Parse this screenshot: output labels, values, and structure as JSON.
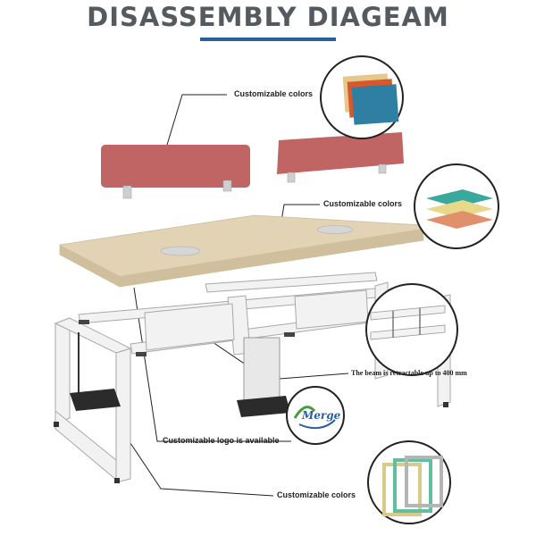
{
  "title": "DISASSEMBLY DIAGEAM",
  "callouts": {
    "screen_colors": "Customizable colors",
    "desktop_colors": "Customizable colors",
    "beam": "The beam is retractable up to 400 mm",
    "logo": "Customizable logo is available",
    "frame_colors": "Customizable colors"
  },
  "logo_text": "Merge",
  "colors": {
    "title_text": "#555a5f",
    "title_underline": "#2a5fa0",
    "screen_panel": "#c06464",
    "desktop": "#e2d3b5",
    "frame": "#f2f2f2",
    "swatch_beige": "#e6c98a",
    "swatch_orange": "#d9572a",
    "swatch_blue": "#2f7fa3",
    "swatch_teal": "#3aa89c",
    "swatch_yellow": "#e8d98a",
    "swatch_salmon": "#e0906a",
    "frame_yellow": "#d9c98a",
    "frame_green": "#5fbfa0",
    "frame_gray": "#b5b5b5"
  }
}
